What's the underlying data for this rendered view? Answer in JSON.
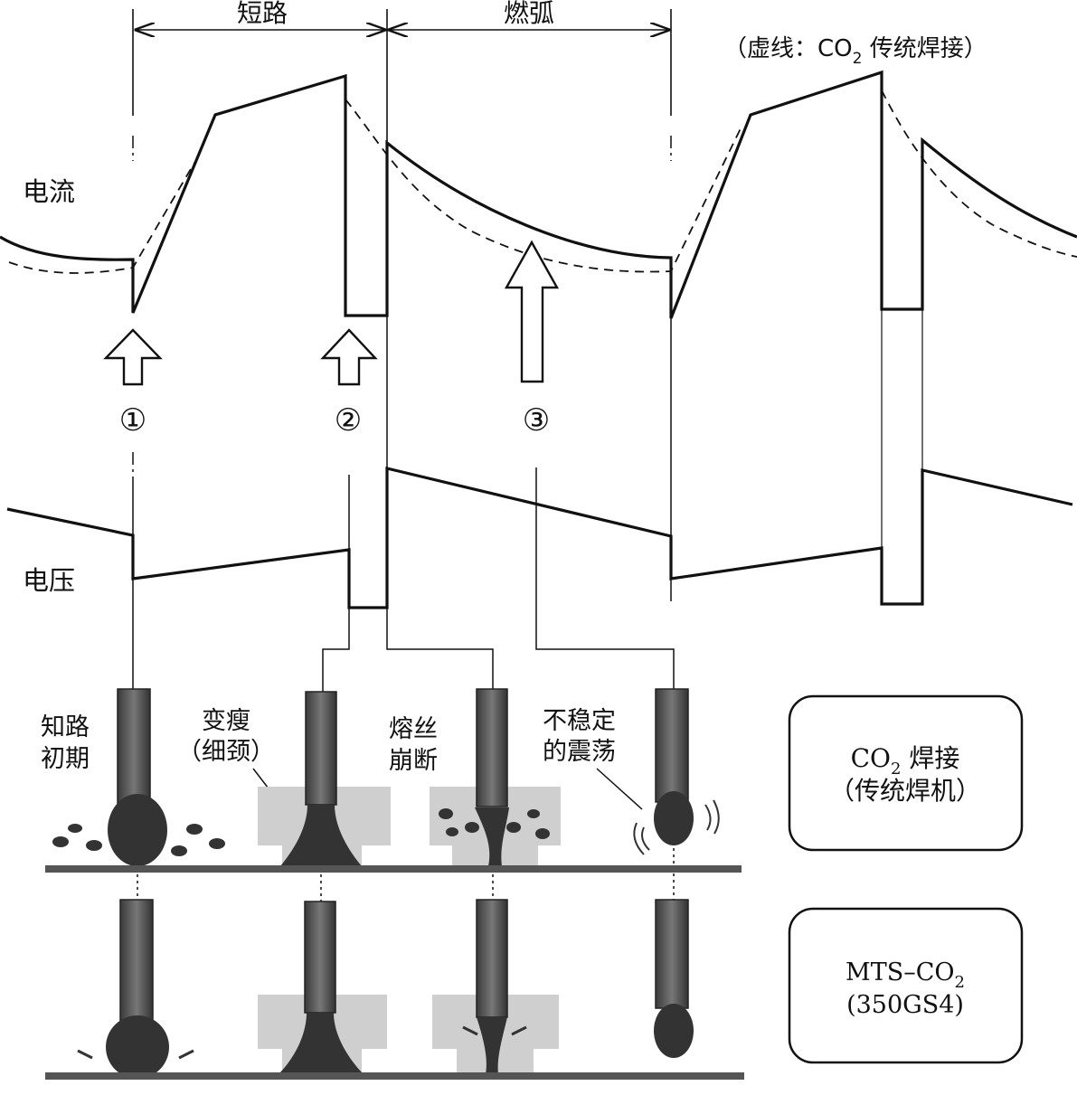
{
  "header": {
    "short_circuit": "短路",
    "arc_burning": "燃弧",
    "legend_note_open": "（虚线：CO",
    "legend_note_sub": "2",
    "legend_note_close": " 传统焊接）"
  },
  "axes": {
    "current": "电流",
    "voltage": "电压"
  },
  "markers": {
    "m1": "①",
    "m2": "②",
    "m3": "③"
  },
  "phases": {
    "p1_line1": "知路",
    "p1_line2": "初期",
    "p2_line1": "变瘦",
    "p2_line2": "（细颈）",
    "p3_line1": "熔丝",
    "p3_line2": "崩断",
    "p4_line1": "不稳定",
    "p4_line2": "的震荡"
  },
  "rows": {
    "traditional_line1": "CO",
    "traditional_sub": "2",
    "traditional_line1_rest": " 焊接",
    "traditional_line2": "（传统焊机）",
    "mts_line1": "MTS–CO",
    "mts_sub": "2",
    "mts_line2": "(350GS4)"
  },
  "colors": {
    "ink": "#111111",
    "wire": "#555555",
    "pool": "#cfcfcf",
    "droplet": "#333333"
  }
}
